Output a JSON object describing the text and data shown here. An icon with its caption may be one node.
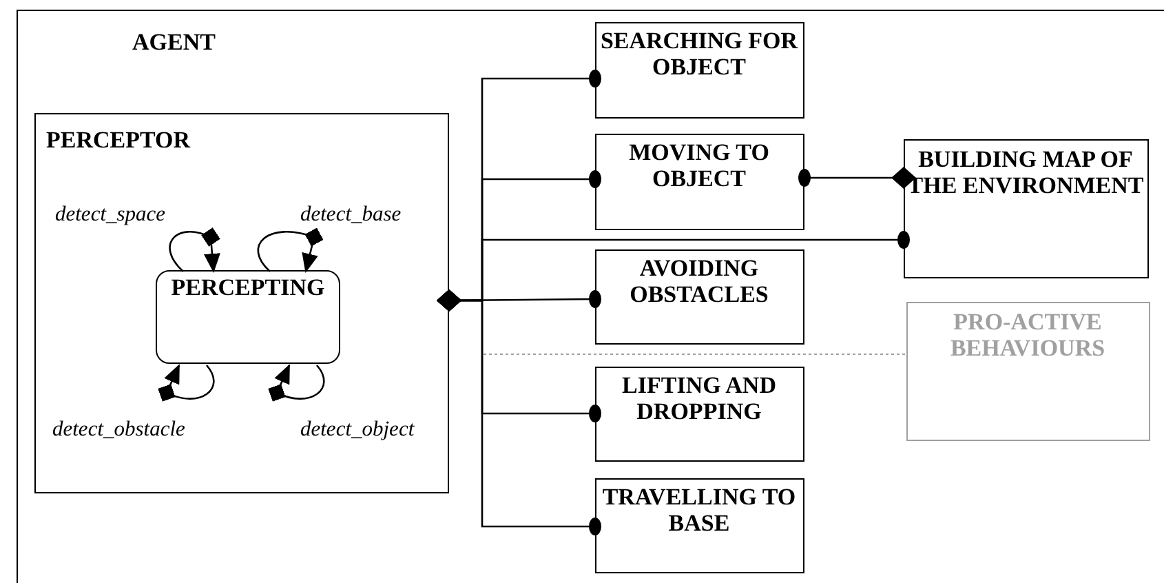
{
  "diagram": {
    "nodes": [
      {
        "text": [
          "AGENT"
        ]
      },
      {
        "text": [
          "PERCEPTOR"
        ],
        "in": 0
      },
      {
        "text": [
          "PERCEPTING"
        ],
        "in": 1
      },
      {
        "text": [
          "SEARCHING FOR OBJECT"
        ],
        "in": 0
      },
      {
        "text": [
          "MOVING TO OBJECT"
        ],
        "in": 0
      },
      {
        "text": [
          "BUILDING MAP OF THE ENVIRONMENT"
        ],
        "in": 0
      },
      {
        "text": [
          "AVOIDING OBSTACLES"
        ],
        "in": 0
      },
      {
        "text": [
          "PRO-ACTIVE BEHAVIOURS"
        ],
        "in": 0
      },
      {
        "text": [
          "LIFTING AND DROPPING"
        ],
        "in": 0
      },
      {
        "text": [
          "TRAVELLING TO BASE"
        ],
        "in": 0
      }
    ],
    "edges": [
      {
        "from": 1,
        "to": 3,
        "arrow": "other"
      },
      {
        "from": 1,
        "to": 4,
        "arrow": "other"
      },
      {
        "from": 1,
        "to": 5,
        "arrow": "other"
      },
      {
        "from": 1,
        "to": 6,
        "arrow": "other"
      },
      {
        "from": 1,
        "to": 7,
        "arrow": "none",
        "style": "dashed",
        "color": "#a0a0a0"
      },
      {
        "from": 1,
        "to": 8,
        "arrow": "other"
      },
      {
        "from": 1,
        "to": 9,
        "arrow": "other"
      },
      {
        "from": 5,
        "to": 4,
        "arrow": "other"
      },
      {
        "from": 2,
        "to": 2,
        "arrow": "to",
        "label": "detect_space"
      },
      {
        "from": 2,
        "to": 2,
        "arrow": "to",
        "label": "detect_base"
      },
      {
        "from": 2,
        "to": 2,
        "arrow": "to",
        "label": "detect_obstacle"
      },
      {
        "from": 2,
        "to": 2,
        "arrow": "to",
        "label": "detect_object"
      }
    ]
  }
}
